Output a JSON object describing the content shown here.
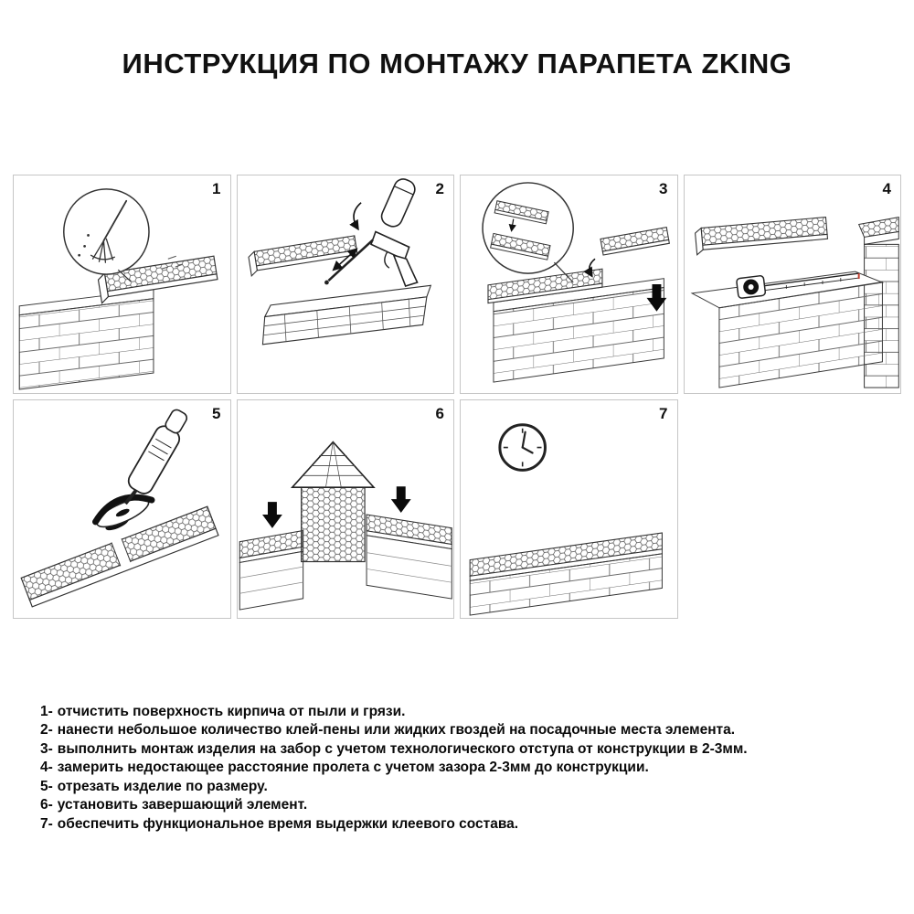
{
  "title": "ИНСТРУКЦИЯ ПО МОНТАЖУ ПАРАПЕТА ZKING",
  "panels": [
    {
      "number": "1"
    },
    {
      "number": "2"
    },
    {
      "number": "3"
    },
    {
      "number": "4"
    },
    {
      "number": "5"
    },
    {
      "number": "6"
    },
    {
      "number": "7"
    }
  ],
  "instructions": [
    {
      "num": "1-",
      "text": "отчистить поверхность кирпича от пыли и грязи."
    },
    {
      "num": "2-",
      "text": "нанести небольшое количество клей-пены или жидких гвоздей на посадочные места элемента."
    },
    {
      "num": "3-",
      "text": "выполнить монтаж изделия на забор с учетом технологического отступа от конструкции в 2-3мм."
    },
    {
      "num": "4-",
      "text": "замерить недостающее расстояние пролета с учетом зазора 2-3мм до конструкции."
    },
    {
      "num": "5-",
      "text": "отрезать изделие по размеру."
    },
    {
      "num": "6-",
      "text": "установить завершающий элемент."
    },
    {
      "num": "7-",
      "text": "обеспечить функциональное время выдержки клеевого состава."
    }
  ],
  "colors": {
    "ink": "#1a1a1a",
    "panel_border": "#c6c6c6",
    "gap_marker_red": "#c0392b"
  }
}
